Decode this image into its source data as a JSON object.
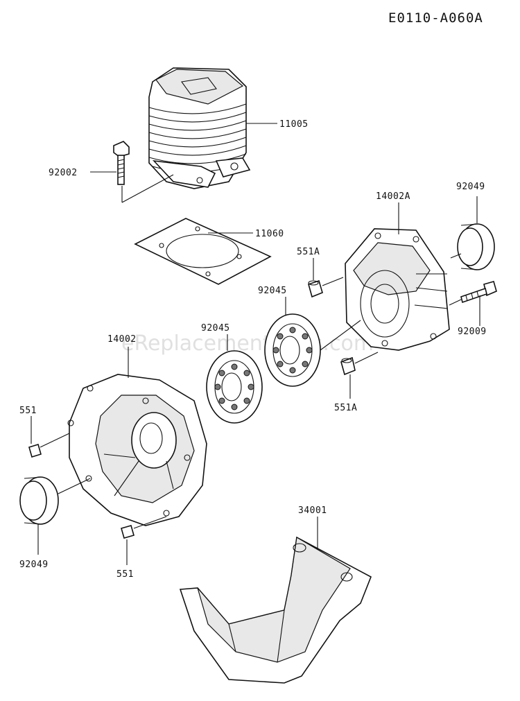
{
  "diagram_code": "E0110-A060A",
  "watermark": "eReplacementParts.com",
  "callouts": {
    "cylinder": "11005",
    "bolt_top": "92002",
    "gasket": "11060",
    "crankcase_right": "14002A",
    "seal_right": "92049",
    "pin_right_top": "551A",
    "bearing_right": "92045",
    "bearing_left": "92045",
    "bolt_right": "92009",
    "crankcase_left": "14002",
    "pin_right_bottom": "551A",
    "pin_left_top": "551",
    "seal_left": "92049",
    "pin_left_bottom": "551",
    "cover": "34001"
  }
}
